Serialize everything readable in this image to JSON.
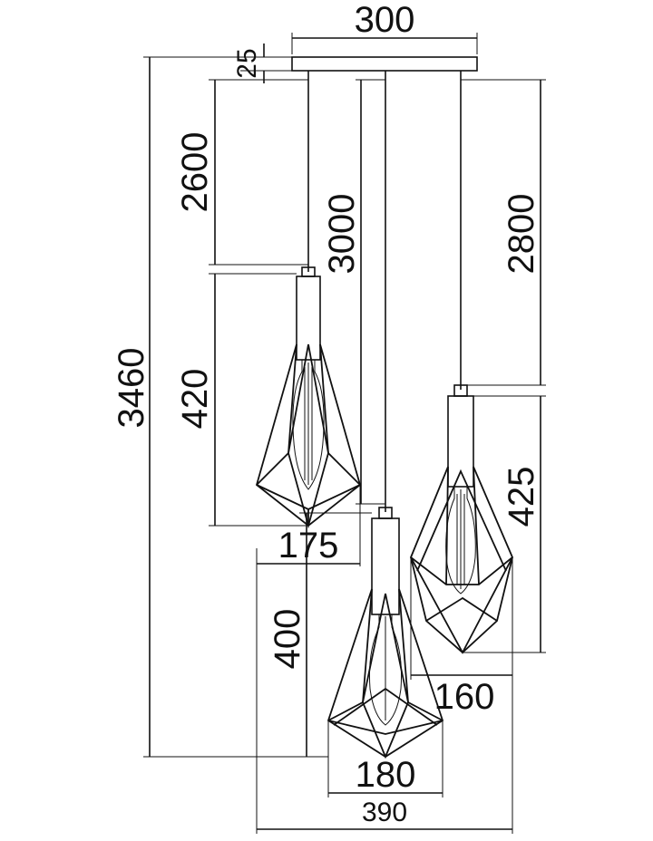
{
  "dimensions": {
    "canopy_width": "300",
    "canopy_height": "25",
    "cable_left": "2600",
    "cable_center": "3000",
    "cable_right": "2800",
    "total_height": "3460",
    "shade_left_height": "420",
    "shade_left_width": "175",
    "shade_center_height": "400",
    "shade_center_width": "180",
    "shade_right_height": "425",
    "shade_right_width": "160",
    "overall_width": "390"
  }
}
